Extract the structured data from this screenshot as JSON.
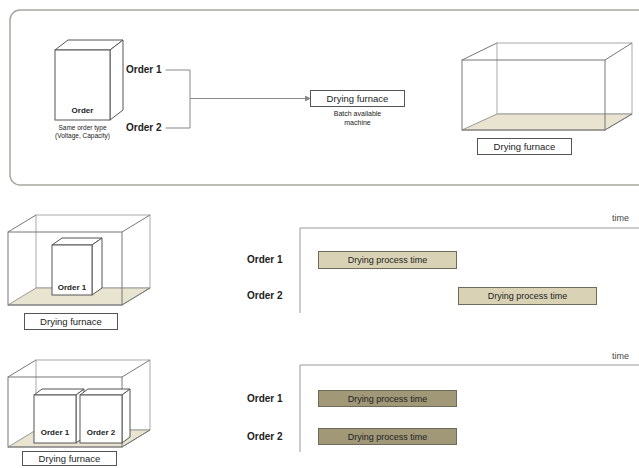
{
  "diagram": {
    "nodes": [
      {
        "text": [
          "Order",
          "Same order type (Voltage, Capacity)"
        ]
      },
      {
        "text": [
          "Order 1"
        ]
      },
      {
        "text": [
          "Order 2"
        ]
      },
      {
        "text": [
          "Drying furnace",
          "Batch available machine"
        ]
      },
      {
        "text": [
          "Drying furnace"
        ]
      },
      {
        "text": [
          "Order 1"
        ]
      },
      {
        "text": [
          "Drying furnace"
        ]
      },
      {
        "text": [
          "Drying process time"
        ]
      },
      {
        "text": [
          "Drying process time"
        ]
      },
      {
        "text": [
          "Order 1"
        ]
      },
      {
        "text": [
          "Order 2"
        ]
      },
      {
        "text": [
          "Drying furnace"
        ]
      },
      {
        "text": [
          "Drying process time"
        ]
      },
      {
        "text": [
          "Drying process time"
        ]
      }
    ],
    "edges": [
      {
        "from": 1,
        "to": 3,
        "arrow": "to"
      },
      {
        "from": 2,
        "to": 3,
        "arrow": "to"
      }
    ],
    "labels": [
      "time",
      "Order 1",
      "Order 2",
      "time",
      "Order 1",
      "Order 2"
    ]
  }
}
